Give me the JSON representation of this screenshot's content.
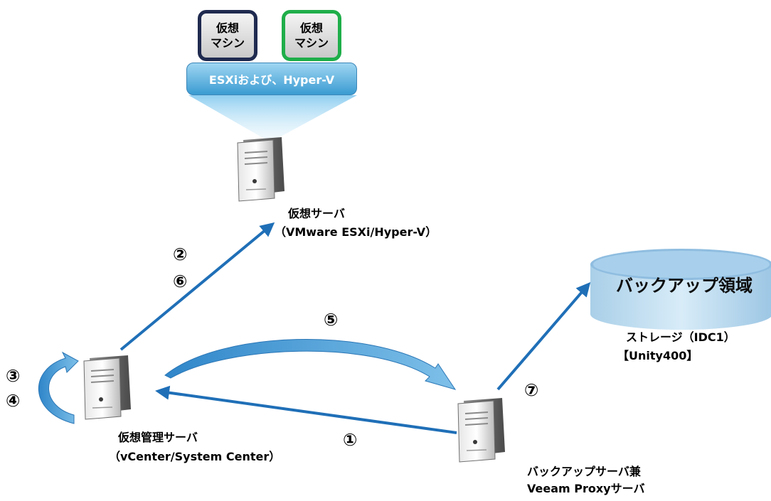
{
  "vm_boxes": [
    {
      "label": "仮想\nマシン",
      "border_color": "#1f2a4f"
    },
    {
      "label": "仮想\nマシン",
      "border_color": "#1fae4a"
    }
  ],
  "hypervisor_bar": {
    "label": "ESXiおよび、Hyper-V"
  },
  "virtual_server": {
    "name": "仮想サーバ",
    "detail": "（VMware ESXi/Hyper-V）"
  },
  "management_server": {
    "name": "仮想管理サーバ",
    "detail": "（vCenter/System Center）"
  },
  "backup_server": {
    "name": "バックアップサーバ兼",
    "detail": "Veeam Proxyサーバ"
  },
  "storage": {
    "label": "バックアップ領域",
    "name": "ストレージ（IDC1）",
    "model": "【Unity400】"
  },
  "steps": {
    "s1": "①",
    "s2": "②",
    "s3": "③",
    "s4": "④",
    "s5": "⑤",
    "s6": "⑥",
    "s7": "⑦"
  },
  "colors": {
    "arrow": "#1f6fb7",
    "curve": "#4a9fd8",
    "beam": "#8ecdef"
  }
}
